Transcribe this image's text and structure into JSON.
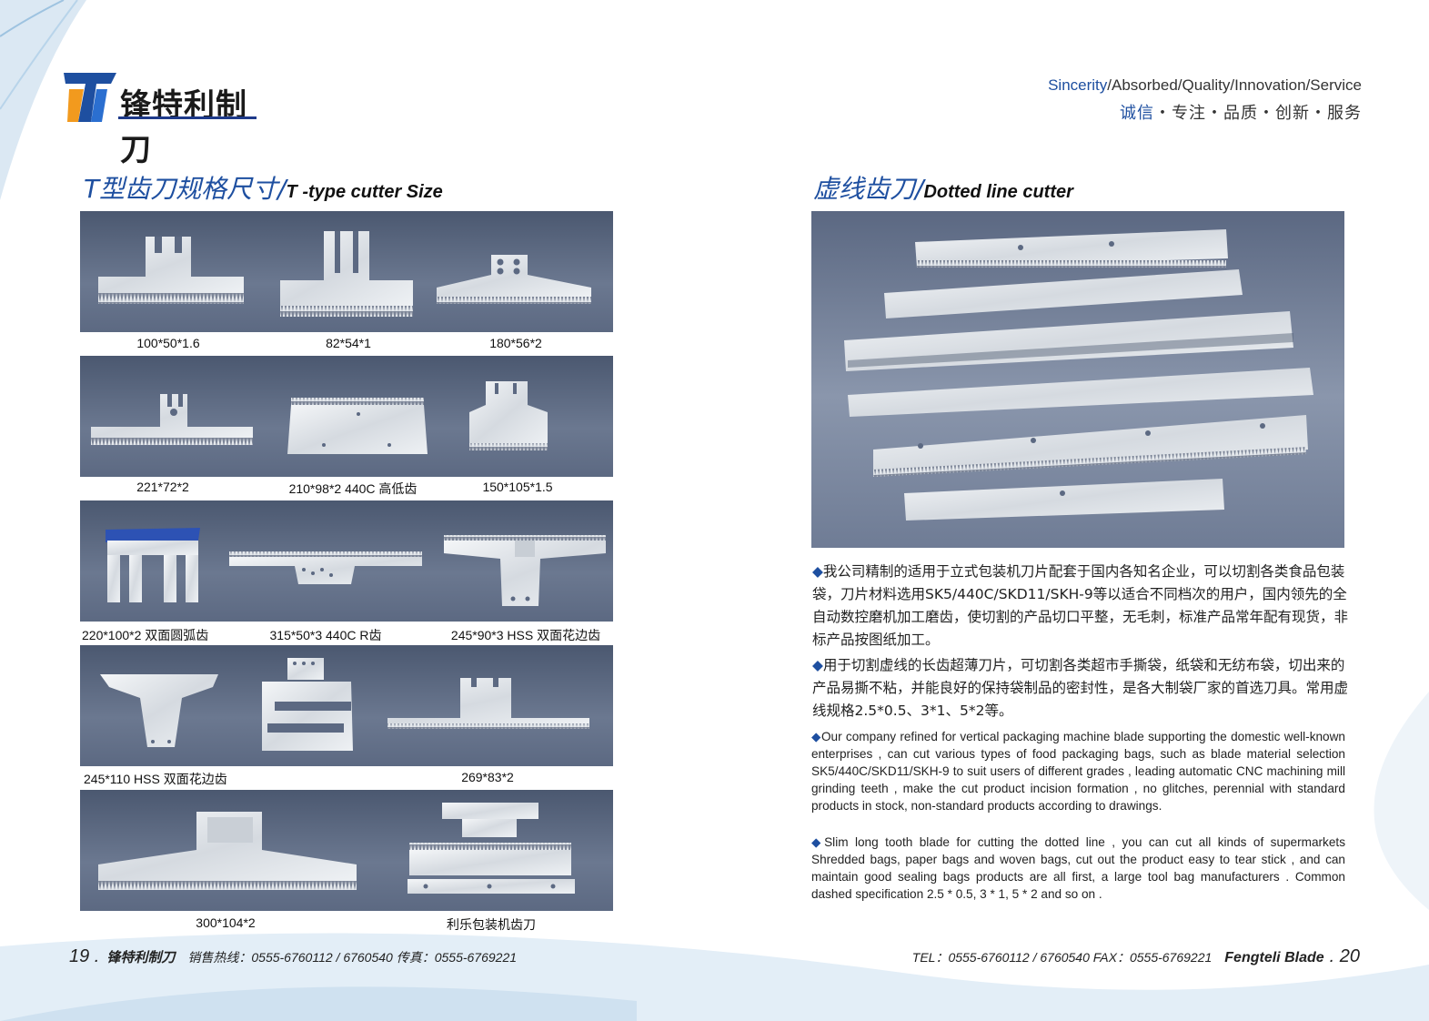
{
  "header": {
    "logo_text": "锋特利制刀",
    "slogan_en_highlight": "Sincerity",
    "slogan_en_rest": "/Absorbed/Quality/Innovation/Service",
    "slogan_cn_highlight": "诚信",
    "slogan_cn_rest": "・专注・品质・创新・服务"
  },
  "left": {
    "title_cn": "T型齿刀规格尺寸/",
    "title_en": "T -type cutter Size",
    "captions": [
      "100*50*1.6",
      "82*54*1",
      "180*56*2",
      "221*72*2",
      "210*98*2 440C 高低齿",
      "150*105*1.5",
      "220*100*2 双面圆弧齿",
      "315*50*3 440C R齿",
      "245*90*3 HSS 双面花边齿",
      "245*110 HSS 双面花边齿",
      "269*83*2",
      "300*104*2",
      "利乐包装机齿刀"
    ]
  },
  "right": {
    "title_cn": "虚线齿刀/",
    "title_en": "Dotted line cutter",
    "para1_cn": "我公司精制的适用于立式包装机刀片配套于国内各知名企业，可以切割各类食品包装袋，刀片材料选用SK5/440C/SKD11/SKH-9等以适合不同档次的用户，国内领先的全自动数控磨机加工磨齿，使切割的产品切口平整，无毛刺，标准产品常年配有现货，非标产品按图纸加工。",
    "para2_cn": "用于切割虚线的长齿超薄刀片，可切割各类超市手撕袋，纸袋和无纺布袋，切出来的产品易撕不粘，并能良好的保持袋制品的密封性，是各大制袋厂家的首选刀具。常用虚线规格2.5*0.5、3*1、5*2等。",
    "para1_en": "Our company refined for vertical packaging machine blade supporting the domestic well-known enterprises , can cut various types of food packaging bags, such as blade material selection SK5/440C/SKD11/SKH-9 to suit users of different grades , leading automatic CNC machining mill grinding teeth , make the cut product incision formation , no glitches, perennial with standard products in stock, non-standard products according to drawings.",
    "para2_en": "Slim long tooth blade for cutting the dotted line , you can cut all kinds of supermarkets Shredded bags, paper bags and woven bags, cut out the product easy to tear stick , and can maintain good sealing bags products are all first, a large tool bag manufacturers . Common dashed specification 2.5 * 0.5,  3 * 1,  5 * 2 and so on ."
  },
  "footer": {
    "left_page": "19 .",
    "left_brand": "锋特利制刀",
    "left_contact": "销售热线：0555-6760112 / 6760540    传真：0555-6769221",
    "right_contact": "TEL：0555-6760112 / 6760540   FAX：0555-6769221",
    "right_brand": "Fengteli Blade",
    "right_page": ". 20"
  },
  "colors": {
    "accent": "#1e4fa0",
    "strip": "#5c6982"
  }
}
